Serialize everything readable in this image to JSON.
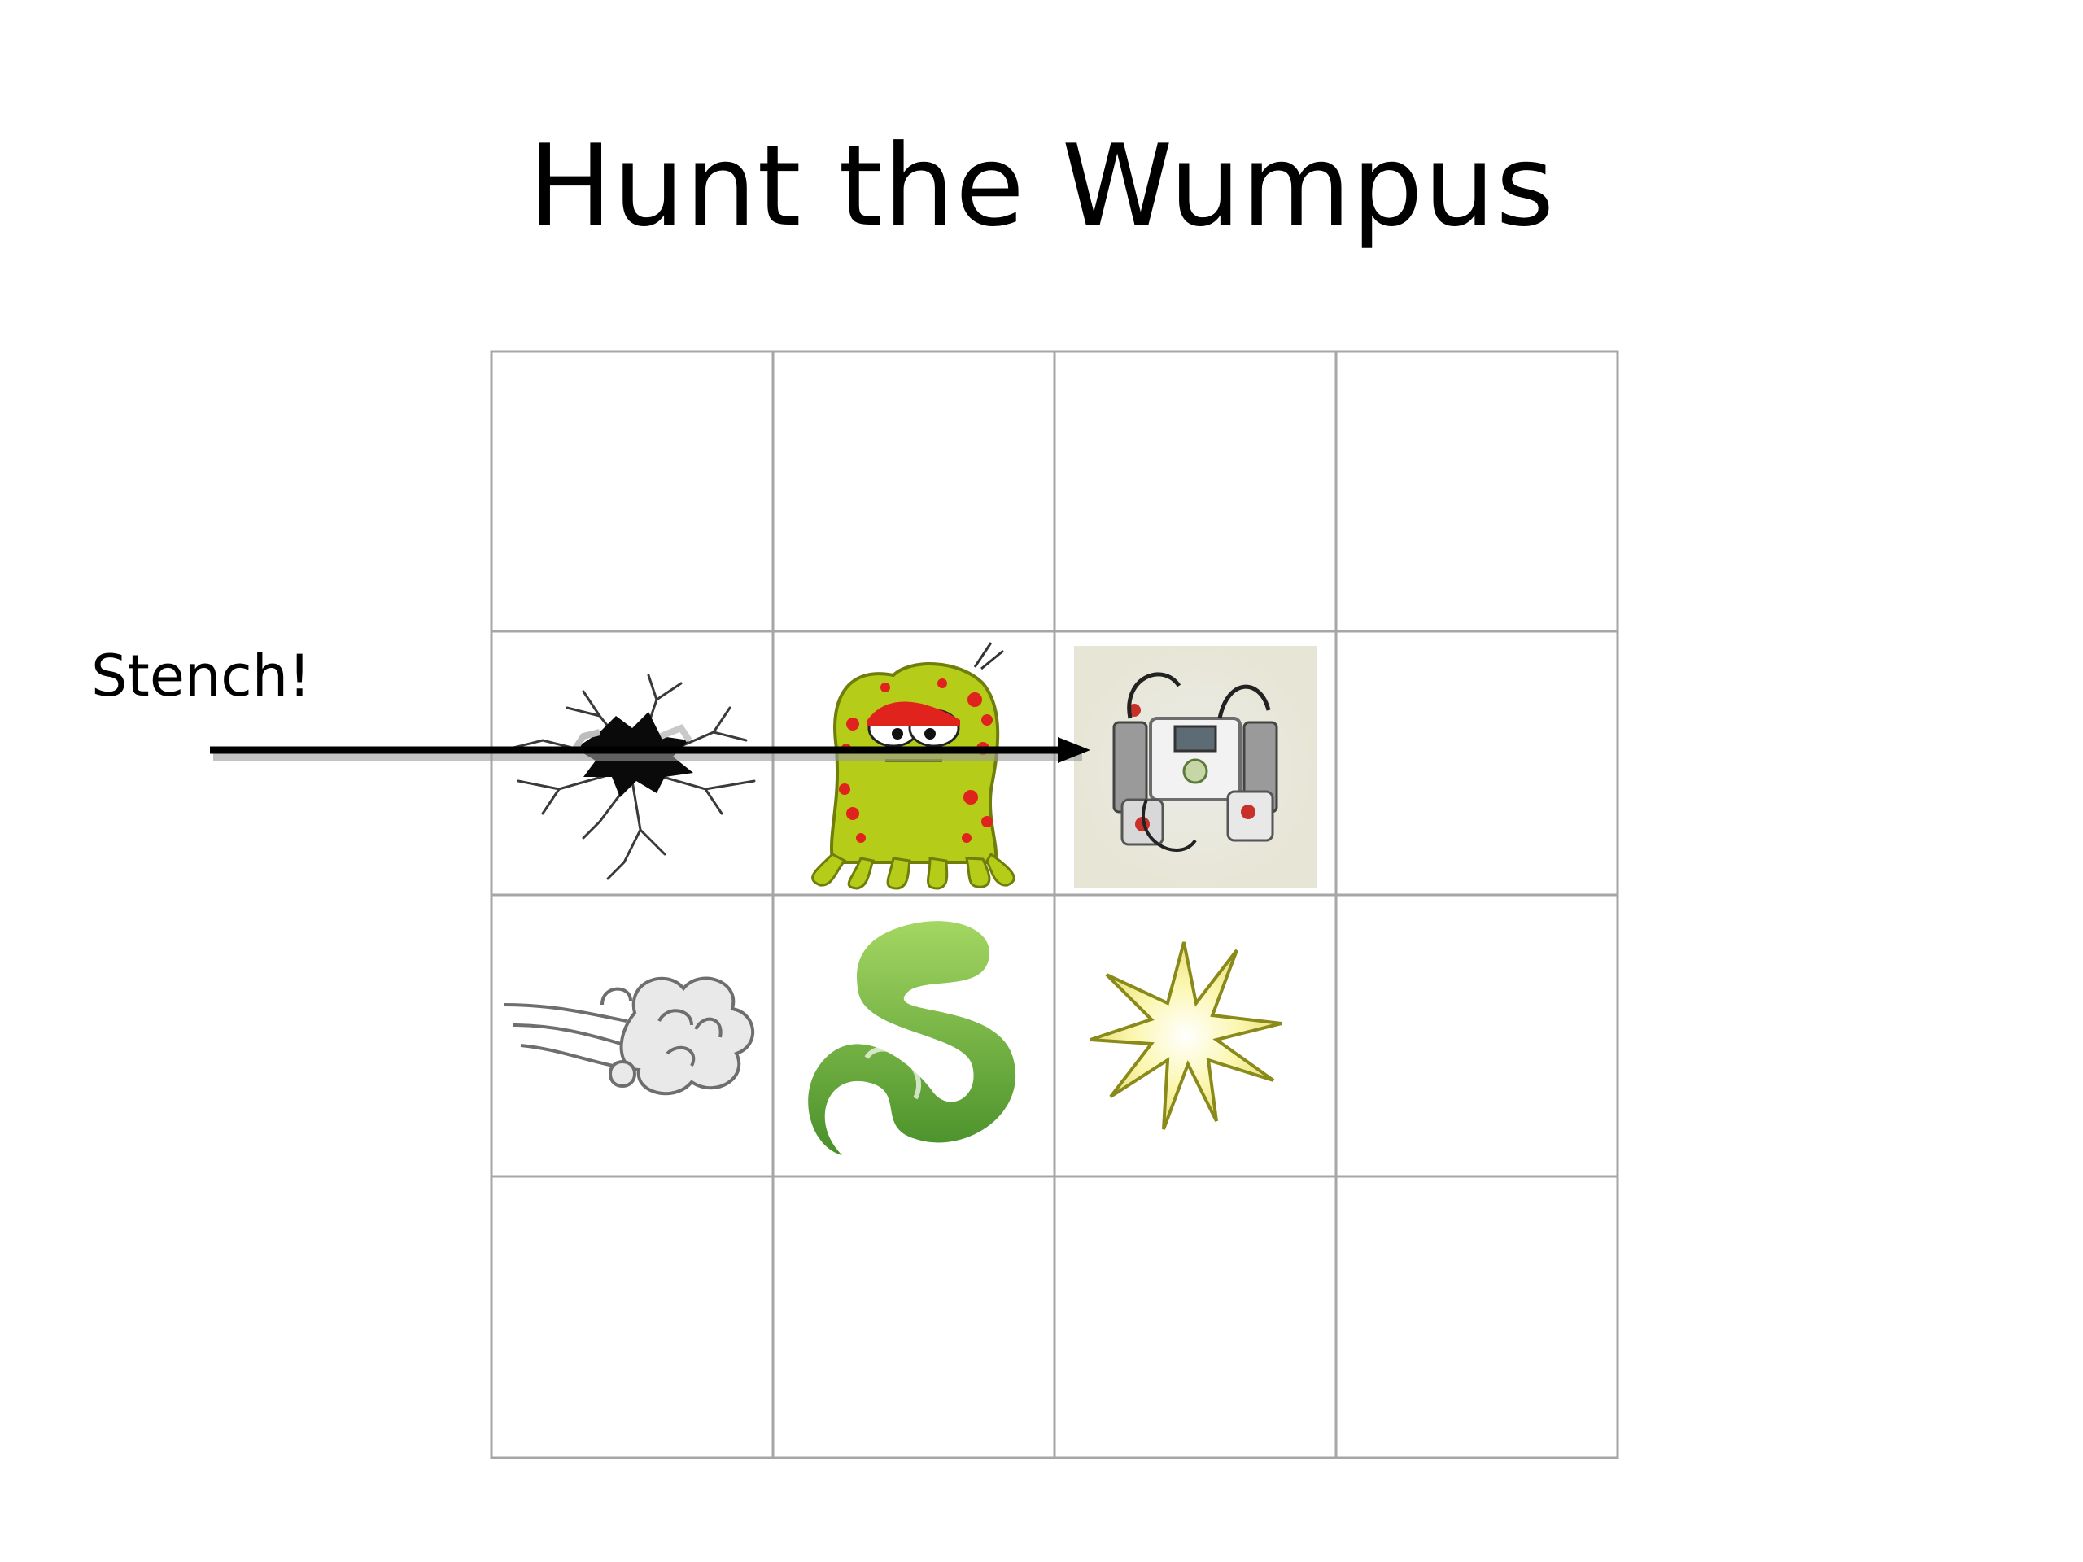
{
  "slide": {
    "title": "Hunt the Wumpus",
    "stench_label": "Stench!"
  },
  "grid": {
    "rows": 4,
    "cols": 4,
    "line_color": "#a6a6a6"
  },
  "cells": [
    {
      "row": 1,
      "col": 0,
      "content": "pit-hole"
    },
    {
      "row": 1,
      "col": 1,
      "content": "wumpus-monster"
    },
    {
      "row": 1,
      "col": 2,
      "content": "robot-agent"
    },
    {
      "row": 2,
      "col": 0,
      "content": "breeze-cloud"
    },
    {
      "row": 2,
      "col": 1,
      "content": "stench-swirl"
    },
    {
      "row": 2,
      "col": 2,
      "content": "glitter-star"
    }
  ],
  "arrow": {
    "from": "left-of-grid",
    "to": "robot-agent",
    "row": 1,
    "color": "#000000"
  },
  "colors": {
    "monster_body": "#b5cc18",
    "monster_spots": "#e0231c",
    "stench_green": "#5aa02c",
    "star_fill": "#f7f3a0",
    "star_stroke": "#8a8a1a",
    "breeze_gray": "#8c8c8c"
  }
}
